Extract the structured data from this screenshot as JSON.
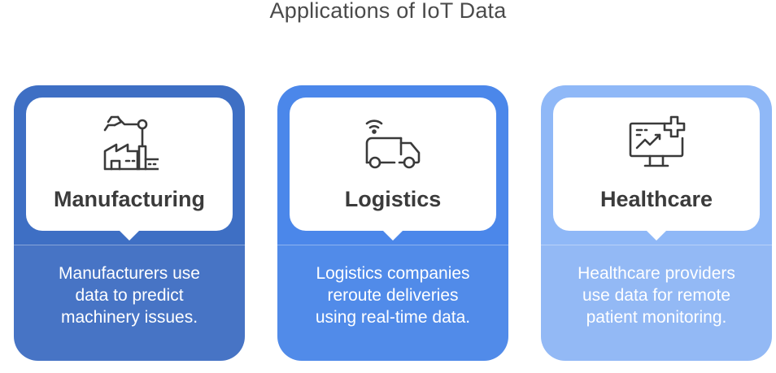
{
  "title": "Applications of IoT Data",
  "colors": {
    "card1": "#3e6fc4",
    "card2": "#4b87ea",
    "card3": "#8fb8f7",
    "text_dark": "#3b3b3b",
    "icon_stroke": "#3a3a3a"
  },
  "cards": [
    {
      "label": "Manufacturing",
      "icon": "factory-robot-arm-icon",
      "description_lines": [
        "Manufacturers use",
        "data to predict",
        "machinery issues."
      ]
    },
    {
      "label": "Logistics",
      "icon": "connected-truck-icon",
      "description_lines": [
        "Logistics companies",
        "reroute deliveries",
        "using real-time data."
      ]
    },
    {
      "label": "Healthcare",
      "icon": "medical-monitor-icon",
      "description_lines": [
        "Healthcare providers",
        "use data for remote",
        "patient monitoring."
      ]
    }
  ]
}
